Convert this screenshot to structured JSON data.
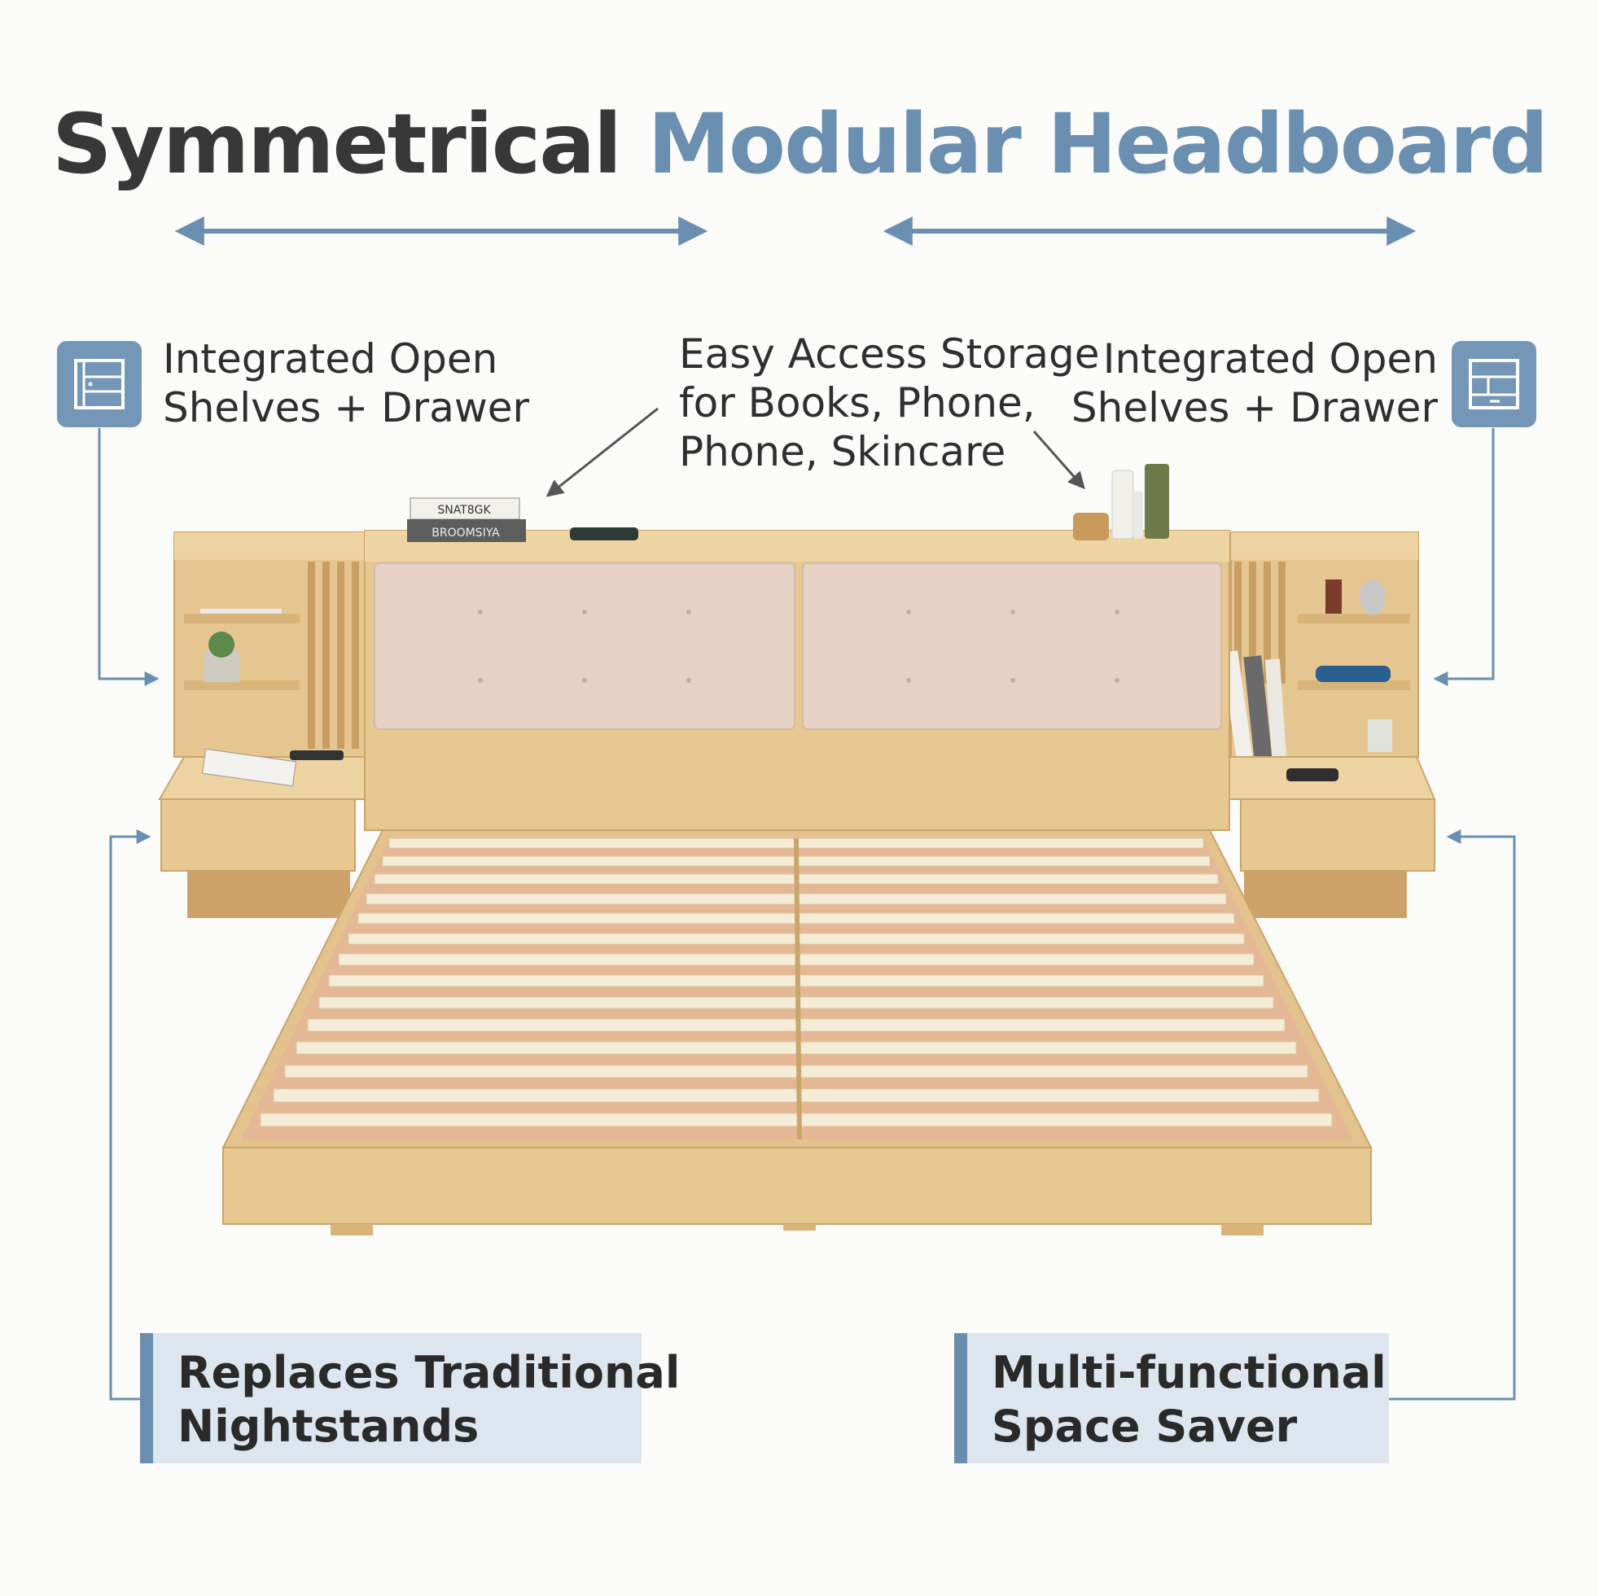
{
  "title": {
    "part1": "Symmetrical",
    "part2": "Modular Headboard"
  },
  "features": {
    "left": {
      "line1": "Integrated Open",
      "line2": "Shelves + Drawer",
      "icon": "shelf-icon"
    },
    "center": {
      "line1": "Easy Access Storage",
      "line2": "for Books, Phone,",
      "line3": "Phone, Skincare"
    },
    "right": {
      "line1": "Integrated Open",
      "line2": "Shelves + Drawer",
      "icon": "cabinet-icon"
    }
  },
  "callouts": {
    "left": {
      "line1": "Replaces Traditional",
      "line2": "Nightstands"
    },
    "right": {
      "line1": "Multi-functional",
      "line2": "Space Saver"
    }
  },
  "book_spines": {
    "top": "SNAT8GK",
    "bottom": "BROOMSIYA"
  },
  "colors": {
    "accent": "#6a8fb0",
    "title_dark": "#383838",
    "wood": "#e4c28e",
    "cushion": "#e6d2c4",
    "callout_bg": "#dde6ef"
  }
}
